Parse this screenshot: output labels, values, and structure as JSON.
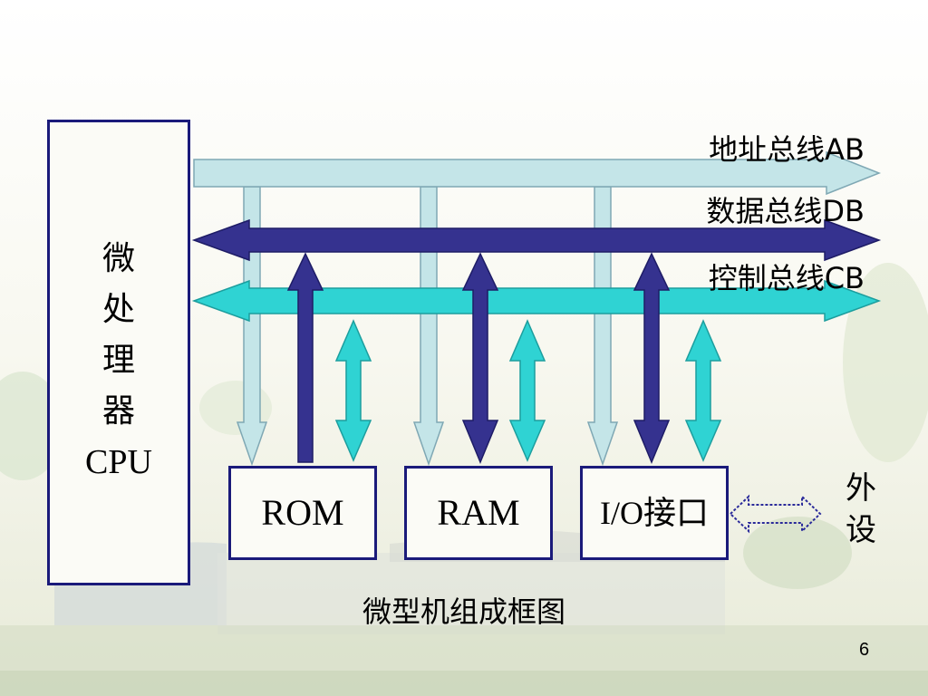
{
  "cpu": {
    "label_chars": [
      "微",
      "处",
      "理",
      "器"
    ],
    "label_en": "CPU"
  },
  "buses": {
    "address": "地址总线AB",
    "data": "数据总线DB",
    "control": "控制总线CB"
  },
  "modules": {
    "rom": "ROM",
    "ram": "RAM",
    "io": "I/O接口"
  },
  "peripheral_chars": [
    "外",
    "设"
  ],
  "caption": "微型机组成框图",
  "page_number": "6",
  "colors": {
    "address_bus": "#c4e5e8",
    "data_bus": "#35328f",
    "control_bus": "#2fd3d3",
    "box_border": "#1a1a7a"
  }
}
